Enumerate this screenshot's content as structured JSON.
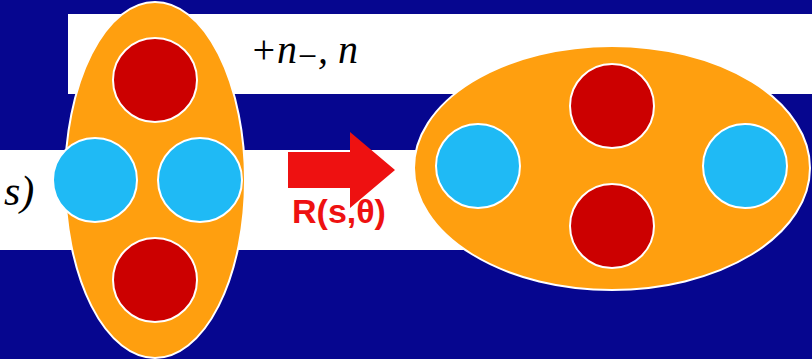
{
  "diagram": {
    "labels": [
      "+n₋, n",
      "s)",
      "R(s,θ)"
    ]
  }
}
